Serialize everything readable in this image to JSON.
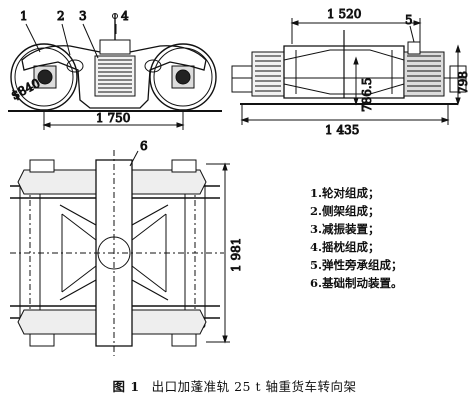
{
  "views": {
    "side": {
      "part_labels": [
        "1",
        "2",
        "3",
        "4"
      ],
      "dim_width": "1 750",
      "dim_height": "$840"
    },
    "end": {
      "part_label": "5",
      "dim_top": "1 520",
      "dim_bottom": "1 435",
      "dim_center": "786.5",
      "dim_right": "798"
    },
    "plan": {
      "part_label": "6",
      "dim_height": "1 981"
    }
  },
  "legend": [
    "1.轮对组成；",
    "2.侧架组成；",
    "3.减振装置；",
    "4.摇枕组成；",
    "5.弹性旁承组成；",
    "6.基础制动装置。"
  ],
  "caption": {
    "figure": "图 1",
    "title": "出口加蓬准轨 25 t 轴重货车转向架"
  }
}
